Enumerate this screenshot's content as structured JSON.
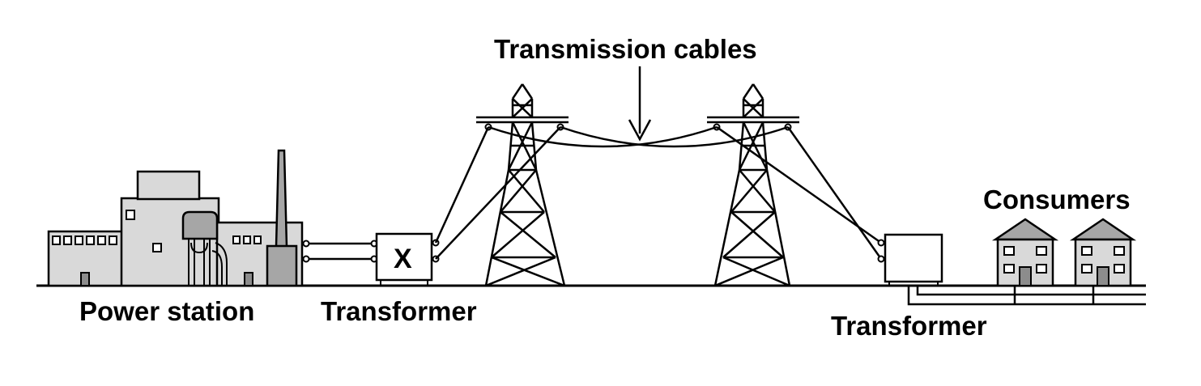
{
  "labels": {
    "transmission_cables": "Transmission cables",
    "power_station": "Power station",
    "step_up_transformer": "Transformer",
    "step_down_transformer": "Transformer",
    "consumers": "Consumers",
    "transformer_marker": "X"
  },
  "colors": {
    "line": "#000000",
    "fill_light": "#d9d9d9",
    "fill_mid": "#a6a6a6",
    "fill_dark": "#8c8c8c",
    "background": "#ffffff"
  }
}
